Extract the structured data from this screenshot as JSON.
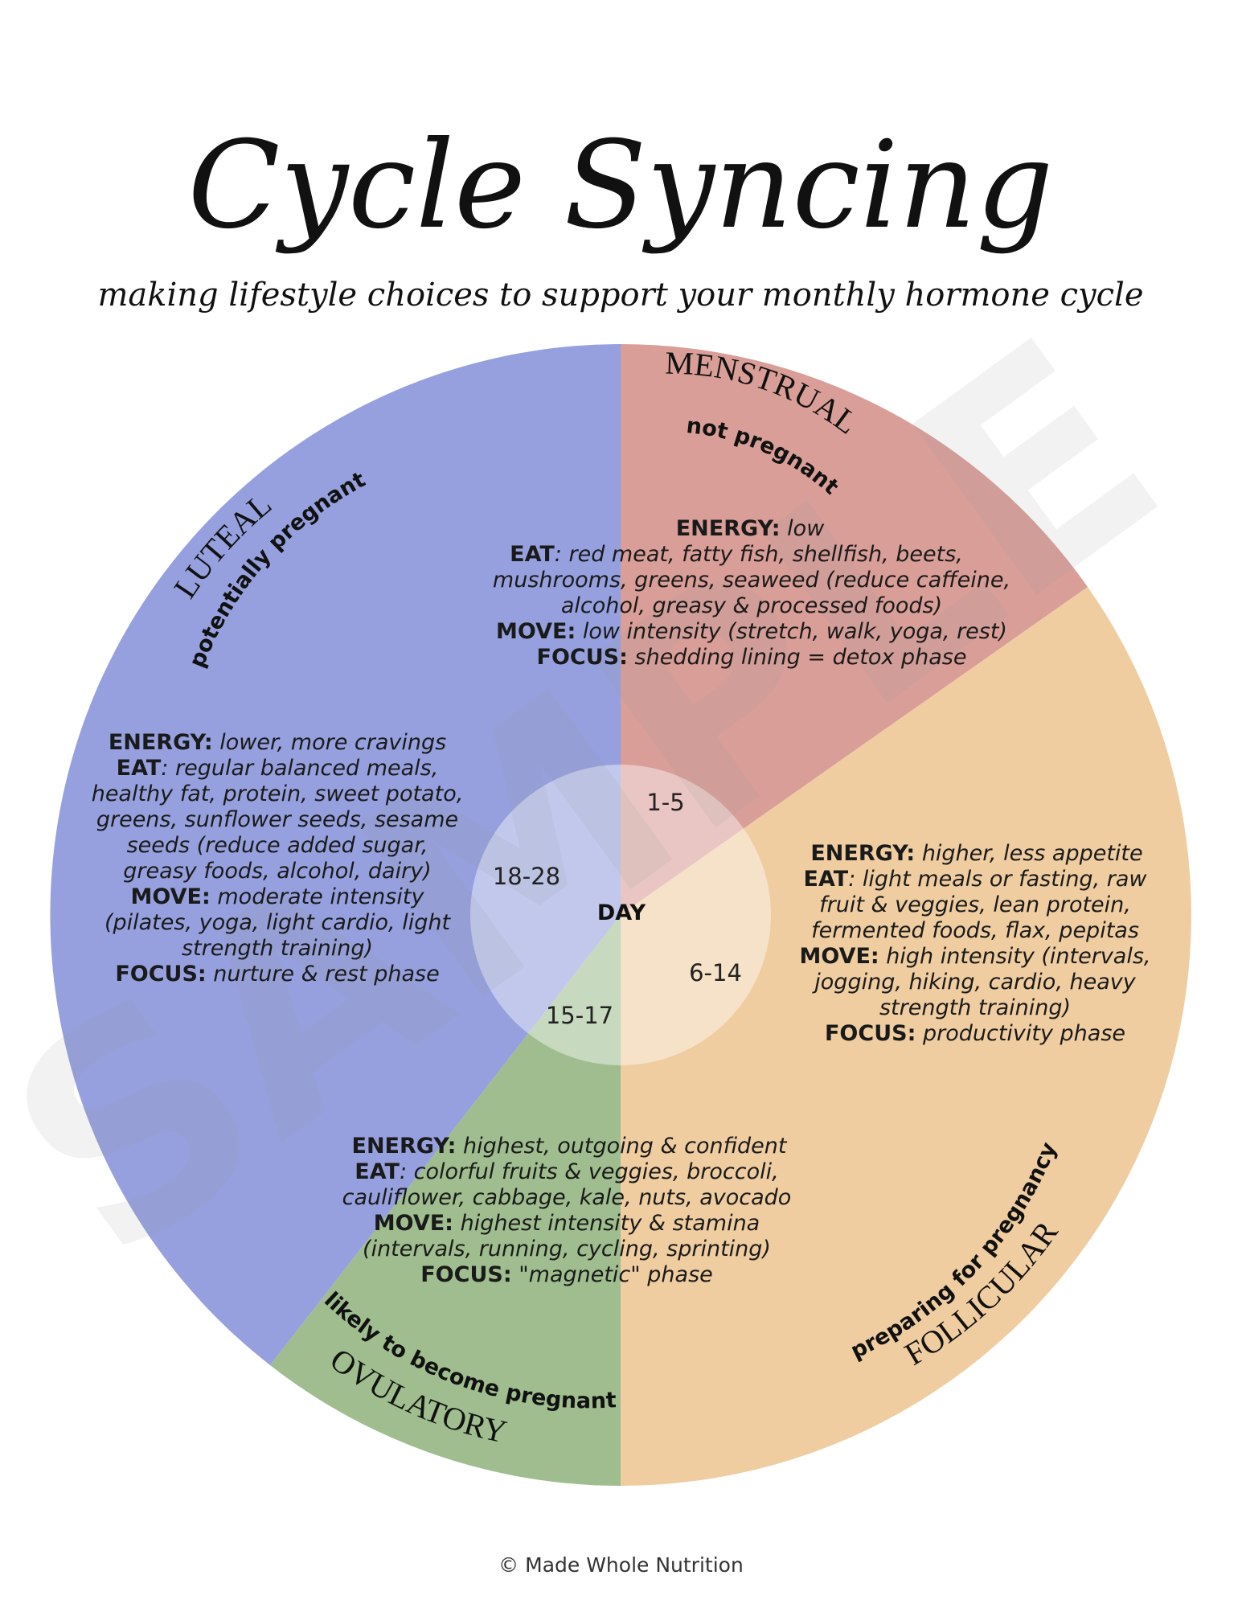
{
  "title": "Cycle Syncing",
  "subtitle": "making lifestyle choices to support your monthly hormone cycle",
  "center_label": "DAY",
  "watermark": "SAMPLE",
  "footer": "© Made Whole Nutrition",
  "colors": {
    "menstrual": "#d99e98",
    "follicular": "#efcda1",
    "ovulatory": "#9fbd8f",
    "luteal": "#96a0de",
    "center": "#e5e1dc"
  },
  "phases": {
    "menstrual": {
      "name": "MENSTRUAL",
      "status": "not pregnant",
      "days": "1-5",
      "energy_label": "ENERGY:",
      "energy": "low",
      "eat_label": "EAT",
      "eat_1": ": red meat, fatty fish, shellfish, beets,",
      "eat_2": "mushrooms, greens, seaweed (reduce caffeine,",
      "eat_3": "alcohol, greasy & processed foods)",
      "move_label": "MOVE:",
      "move": "low intensity (stretch, walk, yoga, rest)",
      "focus_label": "FOCUS:",
      "focus": "shedding lining = detox phase"
    },
    "follicular": {
      "name": "FOLLICULAR",
      "status": "preparing for pregnancy",
      "days": "6-14",
      "energy_label": "ENERGY:",
      "energy": "higher, less appetite",
      "eat_label": "EAT",
      "eat_1": ": light meals or fasting, raw",
      "eat_2": "fruit & veggies, lean protein,",
      "eat_3": "fermented foods, flax, pepitas",
      "move_label": "MOVE:",
      "move_1": "high intensity (intervals,",
      "move_2": "jogging, hiking, cardio, heavy",
      "move_3": "strength training)",
      "focus_label": "FOCUS:",
      "focus": "productivity phase"
    },
    "ovulatory": {
      "name": "OVULATORY",
      "status": "likely to become pregnant",
      "days": "15-17",
      "energy_label": "ENERGY:",
      "energy": "highest, outgoing & confident",
      "eat_label": "EAT",
      "eat_1": ": colorful fruits & veggies, broccoli,",
      "eat_2": "cauliflower, cabbage, kale, nuts, avocado",
      "move_label": "MOVE:",
      "move_1": "highest intensity & stamina",
      "move_2": "(intervals, running, cycling, sprinting)",
      "focus_label": "FOCUS:",
      "focus": "\"magnetic\" phase"
    },
    "luteal": {
      "name": "LUTEAL",
      "status": "potentially pregnant",
      "days": "18-28",
      "energy_label": "ENERGY:",
      "energy": "lower, more cravings",
      "eat_label": "EAT",
      "eat_1": ": regular balanced meals,",
      "eat_2": "healthy fat, protein, sweet potato,",
      "eat_3": "greens, sunflower seeds, sesame",
      "eat_4": "seeds (reduce added sugar,",
      "eat_5": "greasy foods, alcohol, dairy)",
      "move_label": "MOVE:",
      "move_1": "moderate intensity",
      "move_2": "(pilates, yoga, light cardio, light",
      "move_3": "strength training)",
      "focus_label": "FOCUS:",
      "focus": "nurture & rest phase"
    }
  }
}
